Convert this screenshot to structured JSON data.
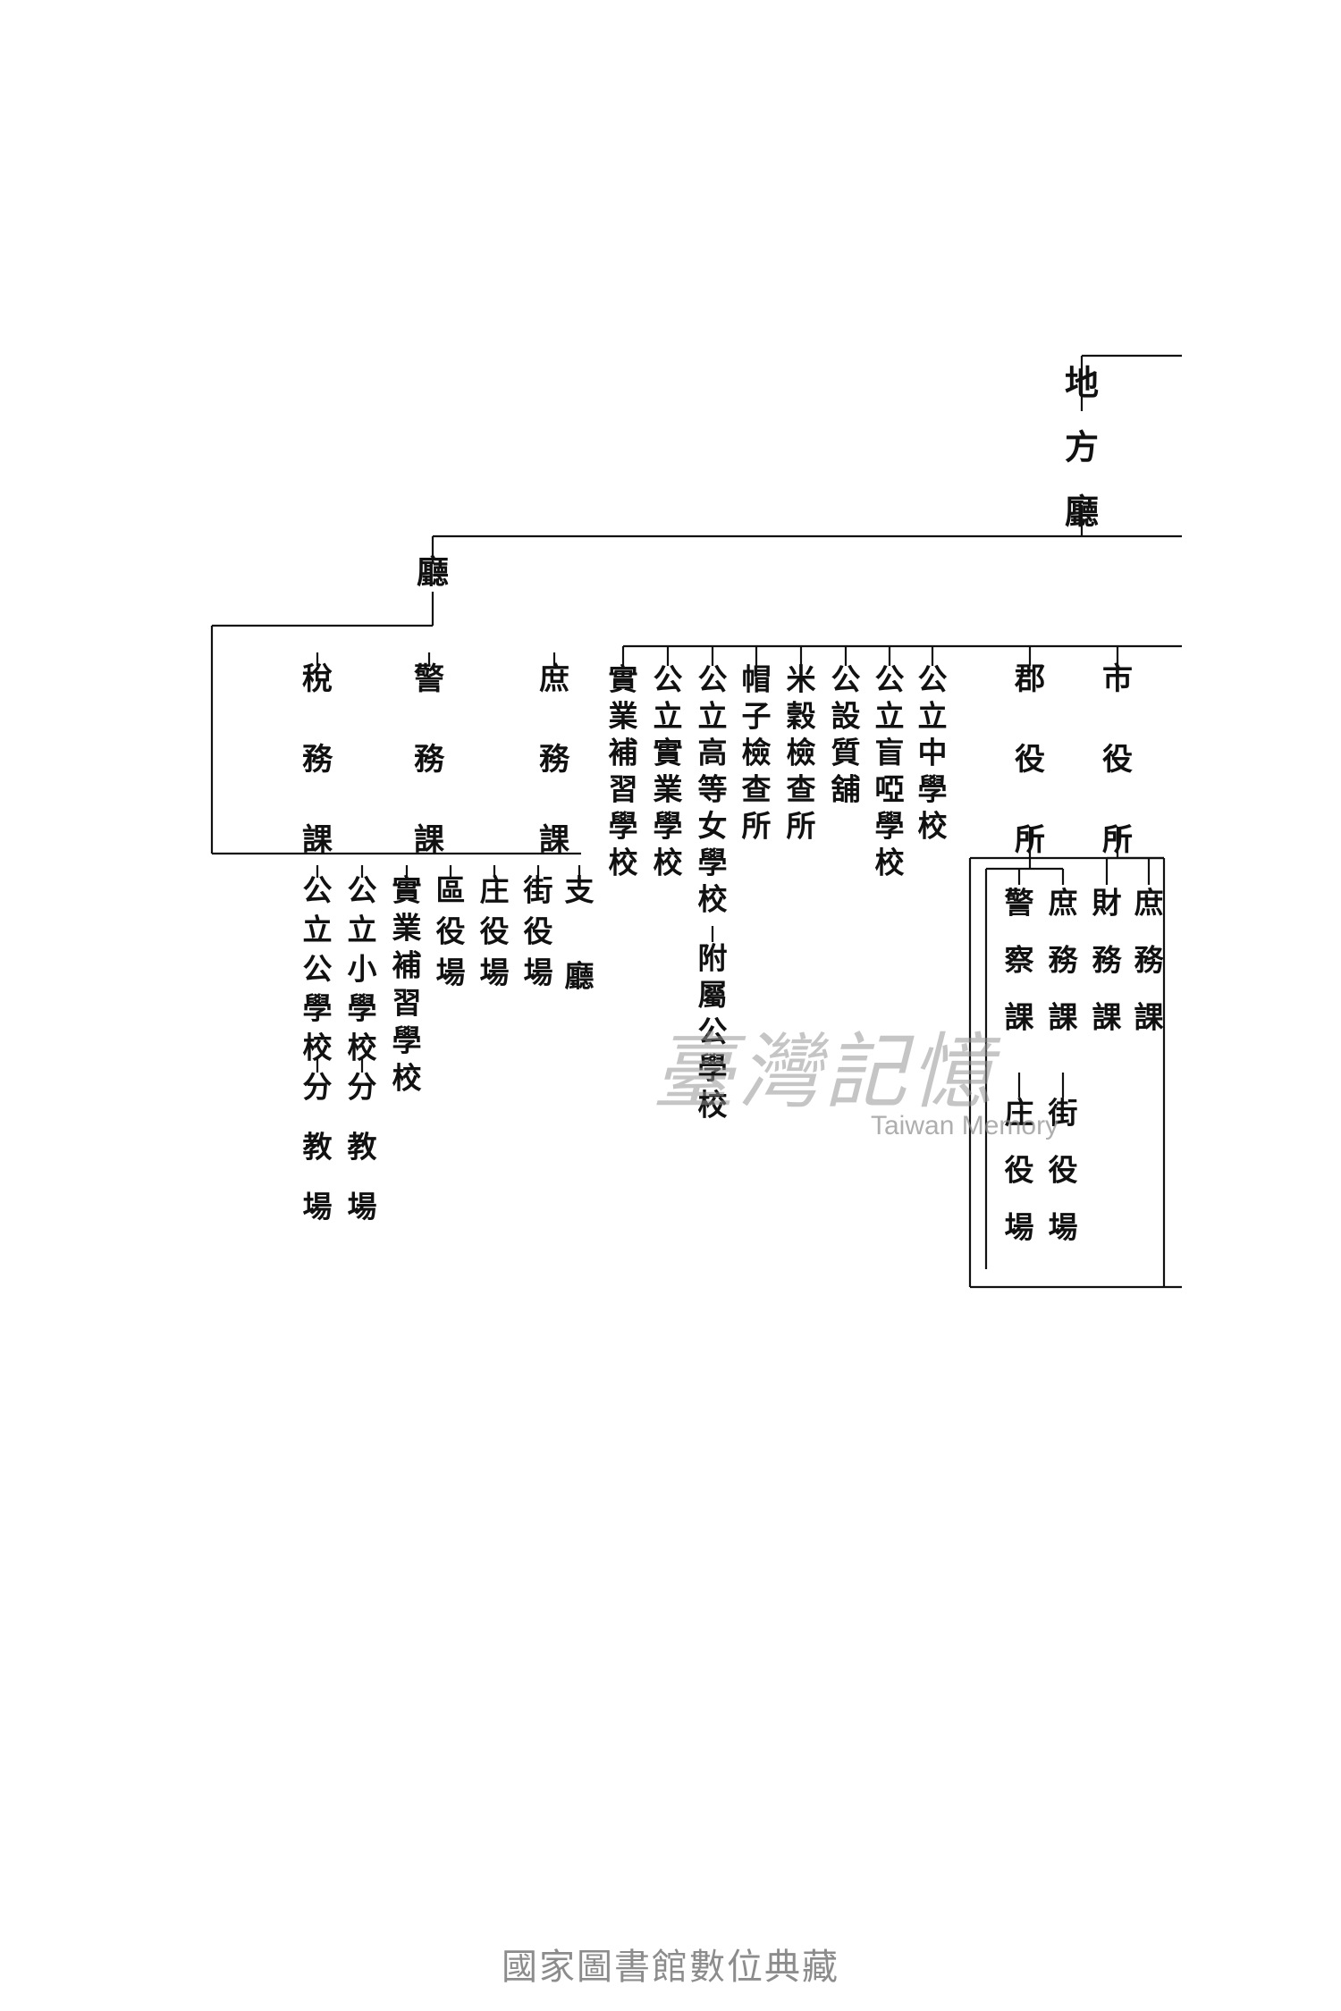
{
  "nodes": {
    "chihoucho": "地方廳",
    "cho": "廳",
    "shomuka": "庶務課",
    "keimuka": "警務課",
    "zeimuka": "稅務課",
    "shiyakusho": "市役所",
    "gunyakusho": "郡役所",
    "kouritsu_chugakko": "公立中學校",
    "kouritsu_moua_gakko": "公立盲啞學校",
    "kousetsu_shichiho": "公設質舖",
    "beikoku_kensajo": "米穀檢查所",
    "boushi_kensajo": "帽子檢查所",
    "kouritsu_koutou_jogakko": "公立高等女學校",
    "fuzoku_kougakko": "附屬公學校",
    "kouritsu_jitsugyo_gakko": "公立實業學校",
    "jitsugyo_hoshu_gakko": "實業補習學校",
    "shicho": "支廳",
    "gai_yakuba": "街役場",
    "sho_yakuba": "庄役場",
    "ku_yakuba": "區役場",
    "jitsugyo_hoshu_gakko_2": "實業補習學校",
    "kouritsu_shogakko": "公立小學校",
    "kouritsu_kougakko": "公立公學校",
    "bunkyojo_1": "分教場",
    "bunkyojo_2": "分教場",
    "shi_shomuka": "庶務課",
    "shi_zaimuka": "財務課",
    "gun_shomuka": "庶務課",
    "gun_keisatsuka": "警察課",
    "gun_gai_yakuba": "街役場",
    "gun_sho_yakuba": "庄役場"
  },
  "watermark": {
    "main": "臺灣記憶",
    "sub": "Taiwan Memory"
  },
  "footer": "國家圖書館數位典藏"
}
